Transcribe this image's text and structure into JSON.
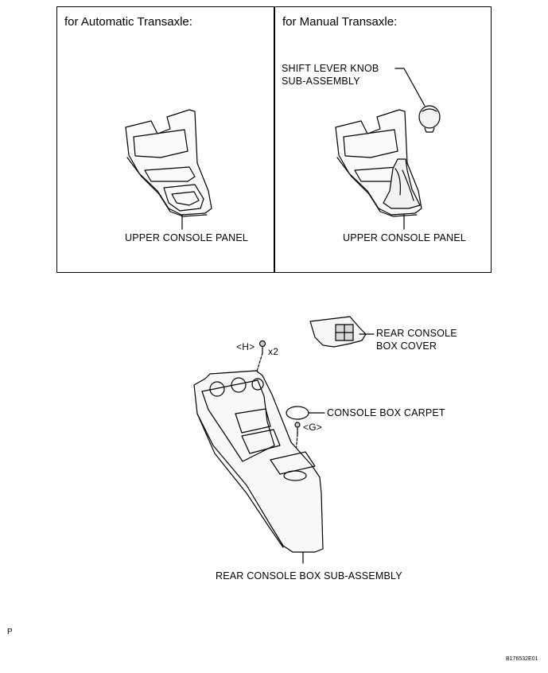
{
  "top_panels": {
    "automatic": {
      "heading": "for Automatic Transaxle:",
      "part_label": "UPPER CONSOLE PANEL"
    },
    "manual": {
      "heading": "for Manual Transaxle:",
      "knob_label_line1": "SHIFT LEVER KNOB",
      "knob_label_line2": "SUB-ASSEMBLY",
      "part_label": "UPPER CONSOLE PANEL"
    }
  },
  "lower_assembly": {
    "bolt_h_label": "<H>",
    "bolt_h_qty": "x2",
    "cover_label_line1": "REAR CONSOLE",
    "cover_label_line2": "BOX COVER",
    "carpet_label": "CONSOLE BOX CARPET",
    "bolt_g_label": "<G>",
    "box_label": "REAR CONSOLE BOX SUB-ASSEMBLY"
  },
  "page_mark": "P",
  "figure_code": "B176532E01"
}
